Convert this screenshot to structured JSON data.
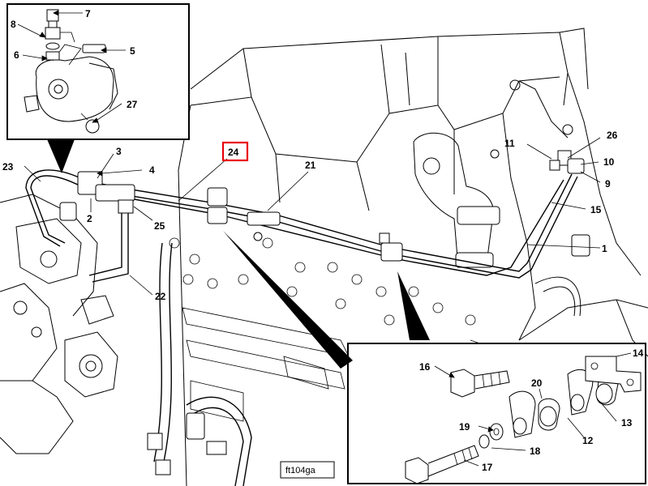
{
  "diagram": {
    "code": "ft104ga",
    "highlight_color": "#e8000b",
    "highlighted_callout": "24",
    "callouts": {
      "c1": "1",
      "c2": "2",
      "c3": "3",
      "c4": "4",
      "c5": "5",
      "c6": "6",
      "c7": "7",
      "c8": "8",
      "c9": "9",
      "c10": "10",
      "c11": "11",
      "c12": "12",
      "c13": "13",
      "c14": "14",
      "c15": "15",
      "c16": "16",
      "c17": "17",
      "c18": "18",
      "c19": "19",
      "c20": "20",
      "c21": "21",
      "c22": "22",
      "c23": "23",
      "c24": "24",
      "c25": "25",
      "c26": "26",
      "c27": "27"
    }
  }
}
